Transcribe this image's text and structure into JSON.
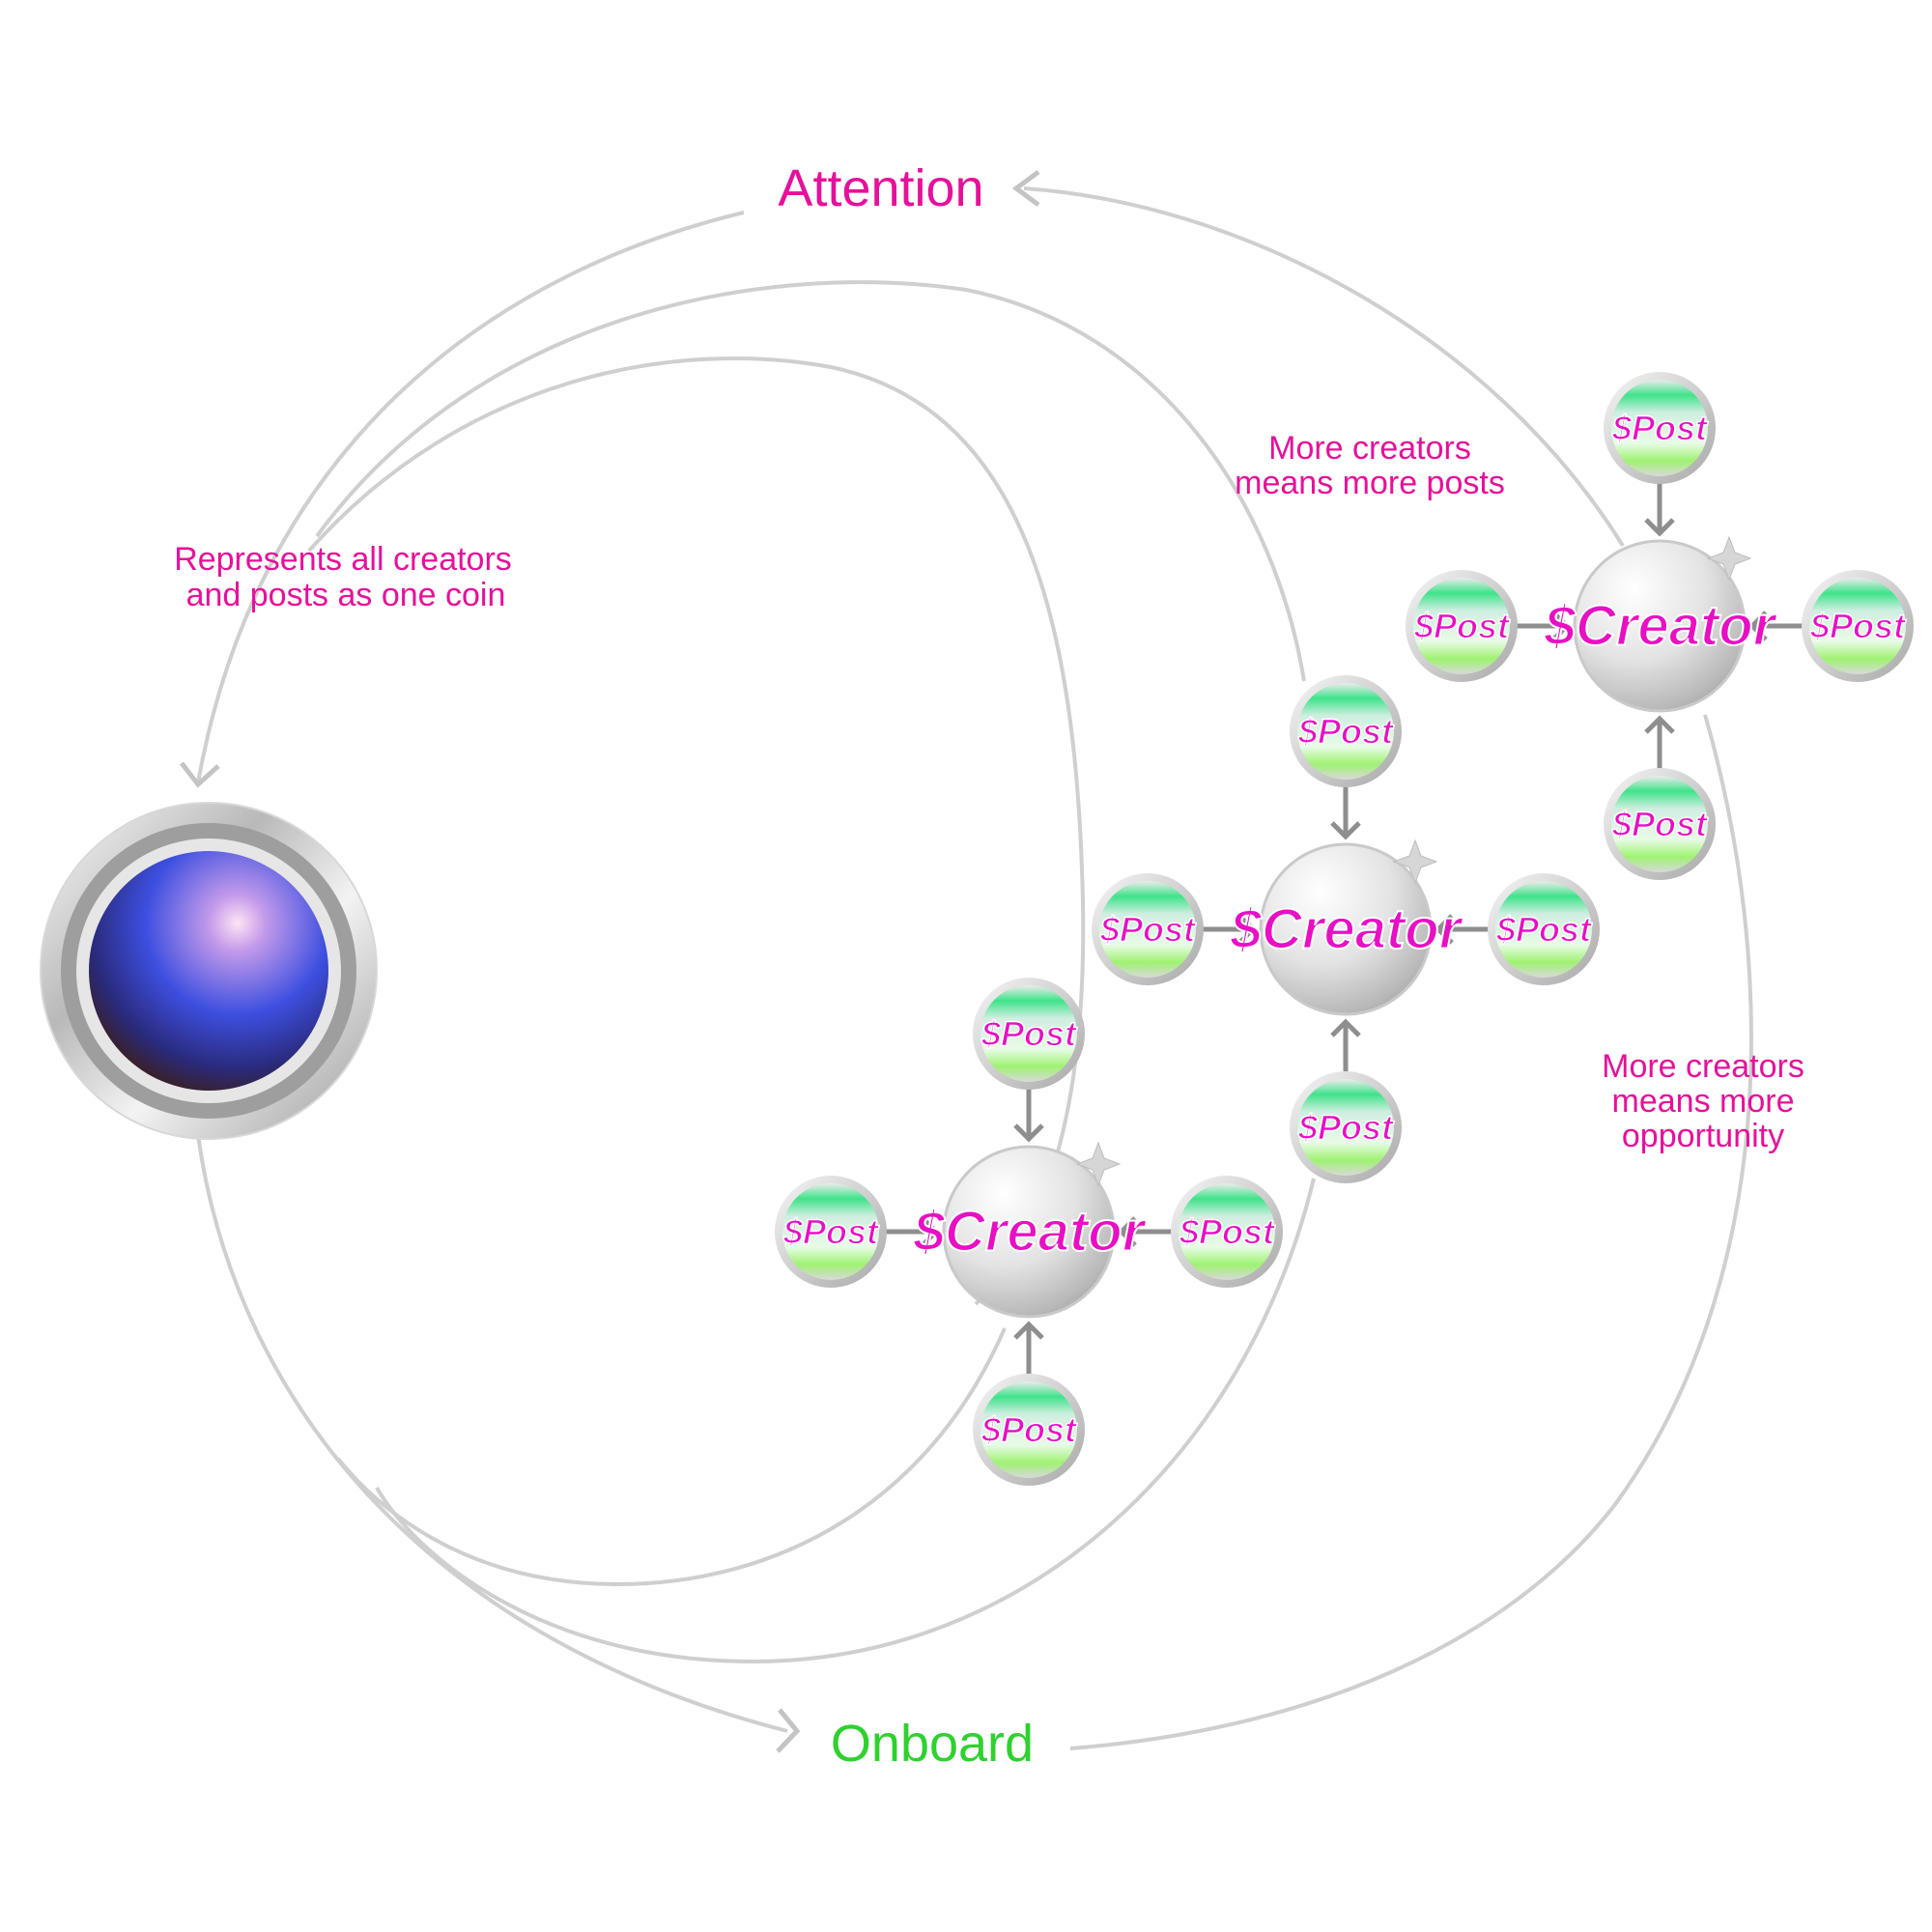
{
  "diagram": {
    "labels": {
      "attention": "Attention",
      "onboard": "Onboard",
      "represents_line1": "Represents all creators",
      "represents_line2": "and posts as one coin",
      "more_posts_line1": "More creators",
      "more_posts_line2": "means more posts",
      "more_opportunity_line1": "More creators",
      "more_opportunity_line2": "means more",
      "more_opportunity_line3": "opportunity"
    },
    "creator_coin_label": "$Creator",
    "post_coin_label": "$Post",
    "colors": {
      "attention": "#e5119a",
      "onboard": "#2fd12f",
      "caption": "#e5119a",
      "coin_text": "#e80fc4",
      "post_green": "#4cf08a",
      "orb_blue": "#3d4fe0",
      "arrow_gray": "#c4c4c4"
    },
    "clusters": [
      {
        "id": "cluster-upper"
      },
      {
        "id": "cluster-middle"
      },
      {
        "id": "cluster-lower"
      }
    ]
  }
}
